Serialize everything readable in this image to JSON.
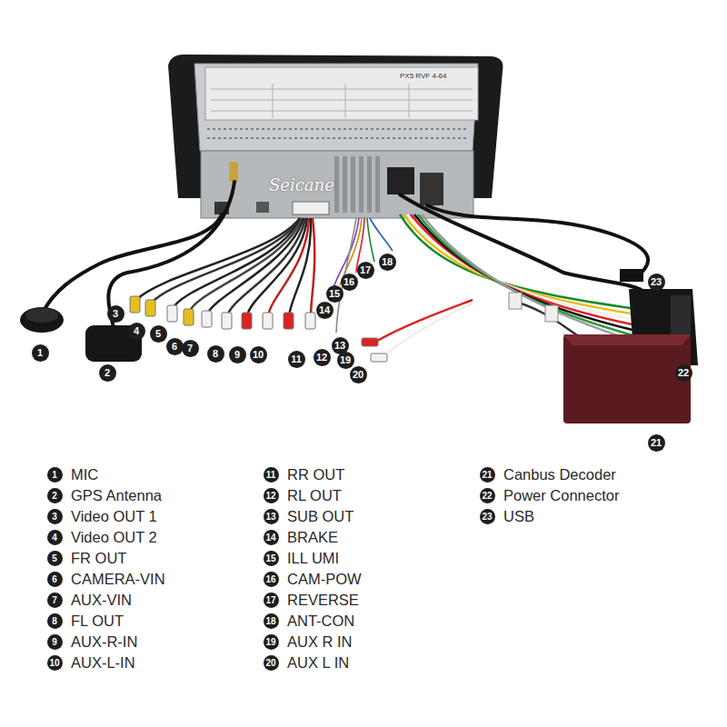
{
  "diagram": {
    "labels": [
      "1",
      "2",
      "3",
      "4",
      "5",
      "6",
      "7",
      "8",
      "9",
      "10",
      "11",
      "12",
      "13",
      "14",
      "15",
      "16",
      "17",
      "18",
      "19",
      "20",
      "21",
      "22",
      "23",
      "Seicane",
      "PX5 RVF 4-64",
      "1",
      "MIC",
      "2",
      "GPS Antenna",
      "3",
      "Video OUT 1",
      "4",
      "Video OUT 2",
      "5",
      "FR OUT",
      "6",
      "CAMERA-VIN",
      "7",
      "AUX-VIN",
      "8",
      "FL OUT",
      "9",
      "AUX-R-IN",
      "10",
      "AUX-L-IN",
      "11",
      "RR OUT",
      "12",
      "RL OUT",
      "13",
      "SUB OUT",
      "14",
      "BRAKE",
      "15",
      "ILL UMI",
      "16",
      "CAM-POW",
      "17",
      "REVERSE",
      "18",
      "ANT-CON",
      "19",
      "AUX R IN",
      "20",
      "AUX L IN",
      "21",
      "Canbus Decoder",
      "22",
      "Power Connector",
      "23",
      "USB"
    ]
  }
}
